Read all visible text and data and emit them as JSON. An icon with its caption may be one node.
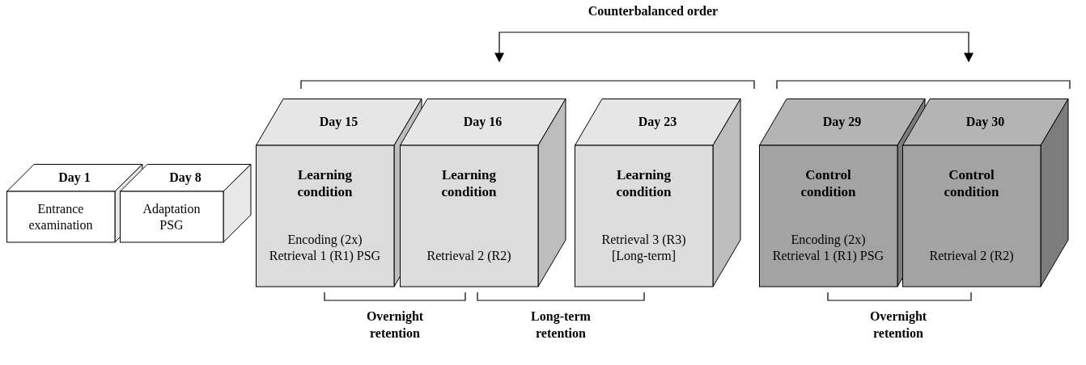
{
  "diagram": {
    "nodes": [
      {
        "text": [
          "Day 1",
          "Entrance examination"
        ]
      },
      {
        "text": [
          "Day 8",
          "Adaptation PSG"
        ]
      },
      {
        "text": [
          "Day 15",
          "Learning condition",
          "Encoding (2x) Retrieval 1 (R1) PSG"
        ]
      },
      {
        "text": [
          "Day 16",
          "Learning condition",
          "Retrieval 2 (R2)"
        ]
      },
      {
        "text": [
          "Day 23",
          "Learning condition",
          "Retrieval 3 (R3) [Long-term]"
        ]
      },
      {
        "text": [
          "Day 29",
          "Control condition",
          "Encoding (2x) Retrieval 1 (R1) PSG"
        ]
      },
      {
        "text": [
          "Day 30",
          "Control condition",
          "Retrieval 2 (R2)"
        ]
      }
    ],
    "edges": [],
    "labels": [
      "Counterbalanced order",
      "Overnight retention",
      "Long-term retention",
      "Overnight retention"
    ]
  }
}
